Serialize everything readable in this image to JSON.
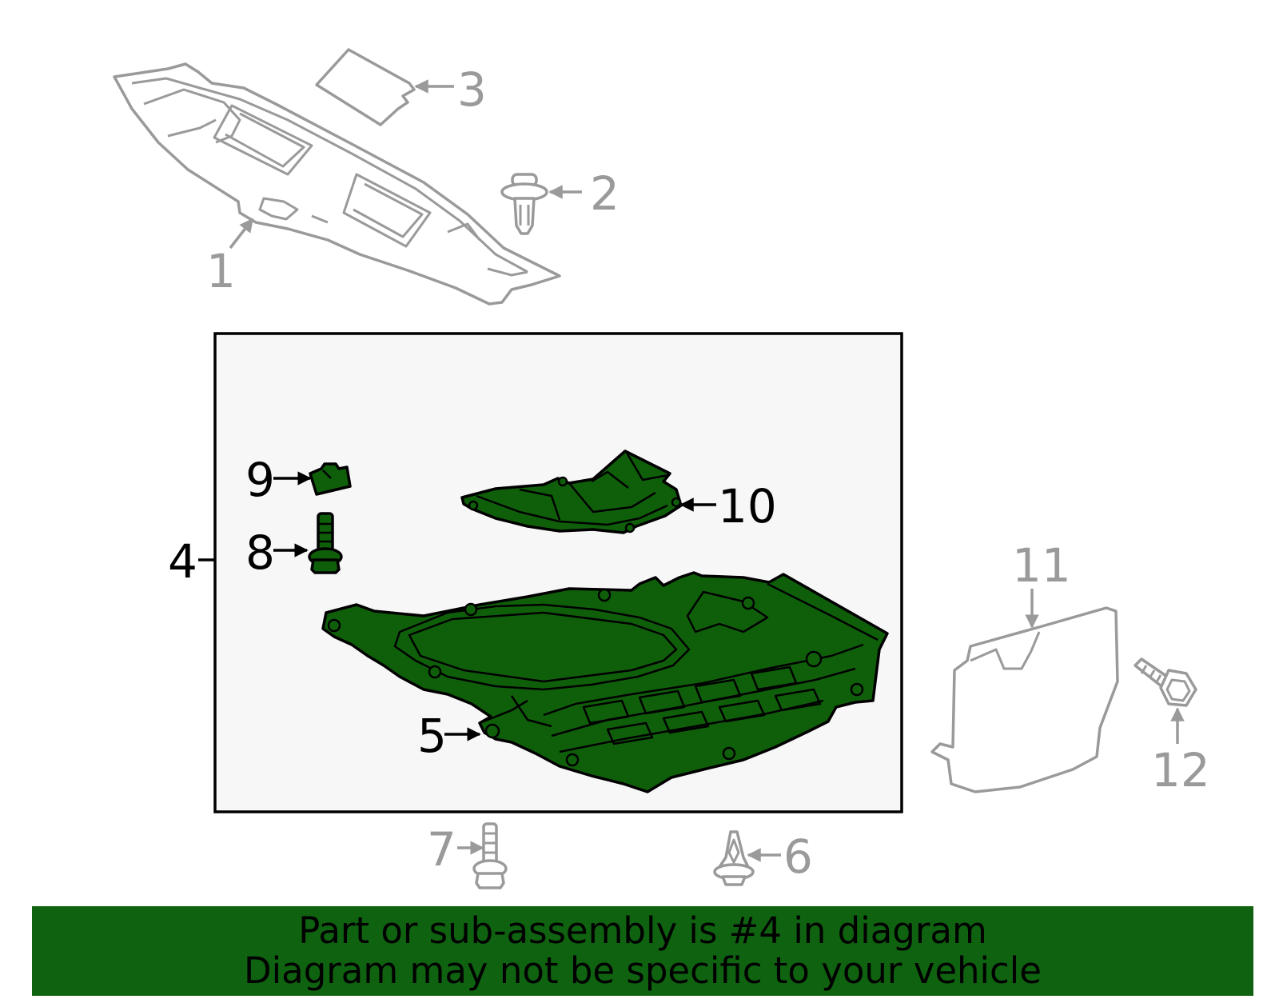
{
  "callouts": {
    "c1": "1",
    "c2": "2",
    "c3": "3",
    "c4": "4",
    "c5": "5",
    "c6": "6",
    "c7": "7",
    "c8": "8",
    "c9": "9",
    "c10": "10",
    "c11": "11",
    "c12": "12"
  },
  "banner": {
    "line1": "Part or sub-assembly is #4 in diagram",
    "line2": "Diagram may not be specific to your vehicle"
  },
  "colors": {
    "highlight_green": "#0f5f0a",
    "banner_green": "#0f6210",
    "gray_parts": "#9a9a9a",
    "assembly_box_bg": "#f7f7f7"
  }
}
